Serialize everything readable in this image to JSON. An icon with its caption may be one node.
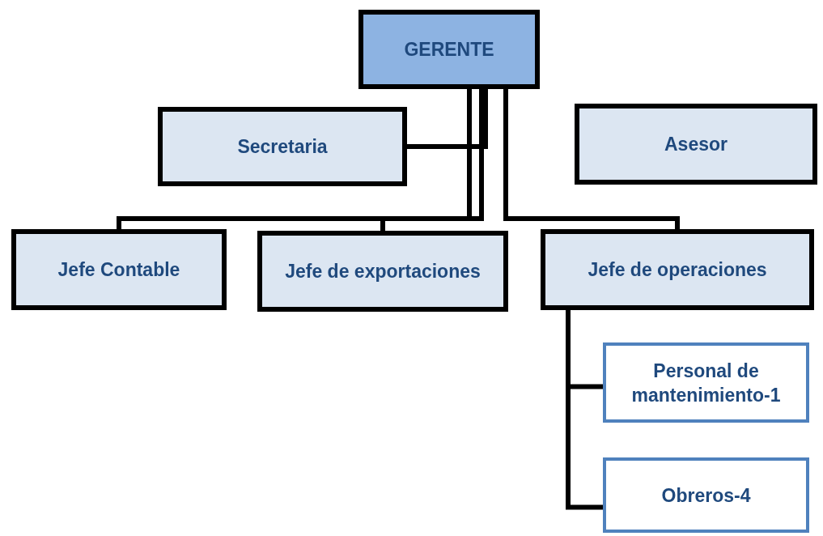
{
  "diagram": {
    "nodes": [
      {
        "text": [
          "GERENTE"
        ]
      },
      {
        "text": [
          "Secretaria"
        ]
      },
      {
        "text": [
          "Asesor"
        ]
      },
      {
        "text": [
          "Jefe Contable"
        ]
      },
      {
        "text": [
          "Jefe de exportaciones"
        ]
      },
      {
        "text": [
          "Jefe de operaciones"
        ]
      },
      {
        "text": [
          "Personal de mantenimiento-1"
        ]
      },
      {
        "text": [
          "Obreros-4"
        ]
      }
    ],
    "edges": [
      {
        "from": 0,
        "to": 1,
        "arrow": "none"
      },
      {
        "from": 0,
        "to": 3,
        "arrow": "none"
      },
      {
        "from": 0,
        "to": 4,
        "arrow": "none"
      },
      {
        "from": 0,
        "to": 5,
        "arrow": "none"
      },
      {
        "from": 5,
        "to": 6,
        "arrow": "none"
      },
      {
        "from": 5,
        "to": 7,
        "arrow": "none"
      }
    ]
  }
}
